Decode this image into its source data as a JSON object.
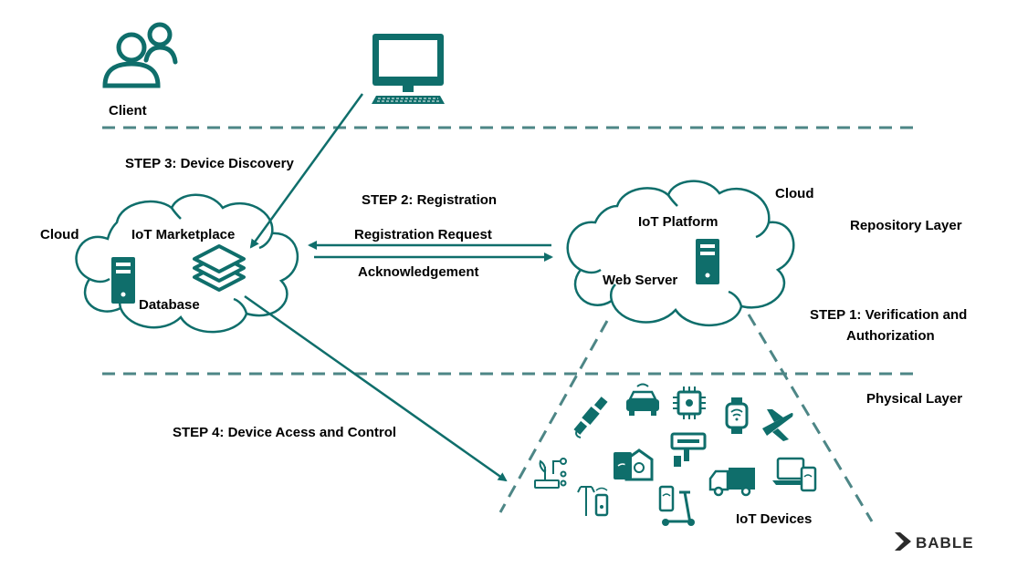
{
  "colors": {
    "teal": "#0f6e6b",
    "dash": "#4d8686",
    "text": "#000000",
    "logo": "#2b2b2b"
  },
  "labels": {
    "client": "Client",
    "step3": "STEP 3: Device Discovery",
    "step2": "STEP 2: Registration",
    "registration_request": "Registration Request",
    "acknowledgement": "Acknowledgement",
    "cloud_left": "Cloud",
    "cloud_right": "Cloud",
    "iot_marketplace": "IoT Marketplace",
    "database": "Database",
    "iot_platform": "IoT Platform",
    "web_server": "Web Server",
    "repository_layer": "Repository Layer",
    "step1_line1": "STEP 1: Verification and",
    "step1_line2": "Authorization",
    "physical_layer": "Physical Layer",
    "step4": "STEP 4: Device Acess and Control",
    "iot_devices": "IoT Devices"
  },
  "logo": {
    "text": "BABLE"
  },
  "icons": {
    "client": "users-icon",
    "computer": "desktop-computer-icon",
    "server_left": "server-icon",
    "layers": "layers-icon",
    "server_right": "server-icon",
    "devices": [
      "satellite-icon",
      "car-icon",
      "chip-icon",
      "smartwatch-icon",
      "airplane-icon",
      "smart-home-icon",
      "security-camera-icon",
      "smart-plant-icon",
      "smart-streetlight-icon",
      "e-scooter-icon",
      "delivery-truck-icon",
      "laptop-tablet-icon"
    ]
  }
}
